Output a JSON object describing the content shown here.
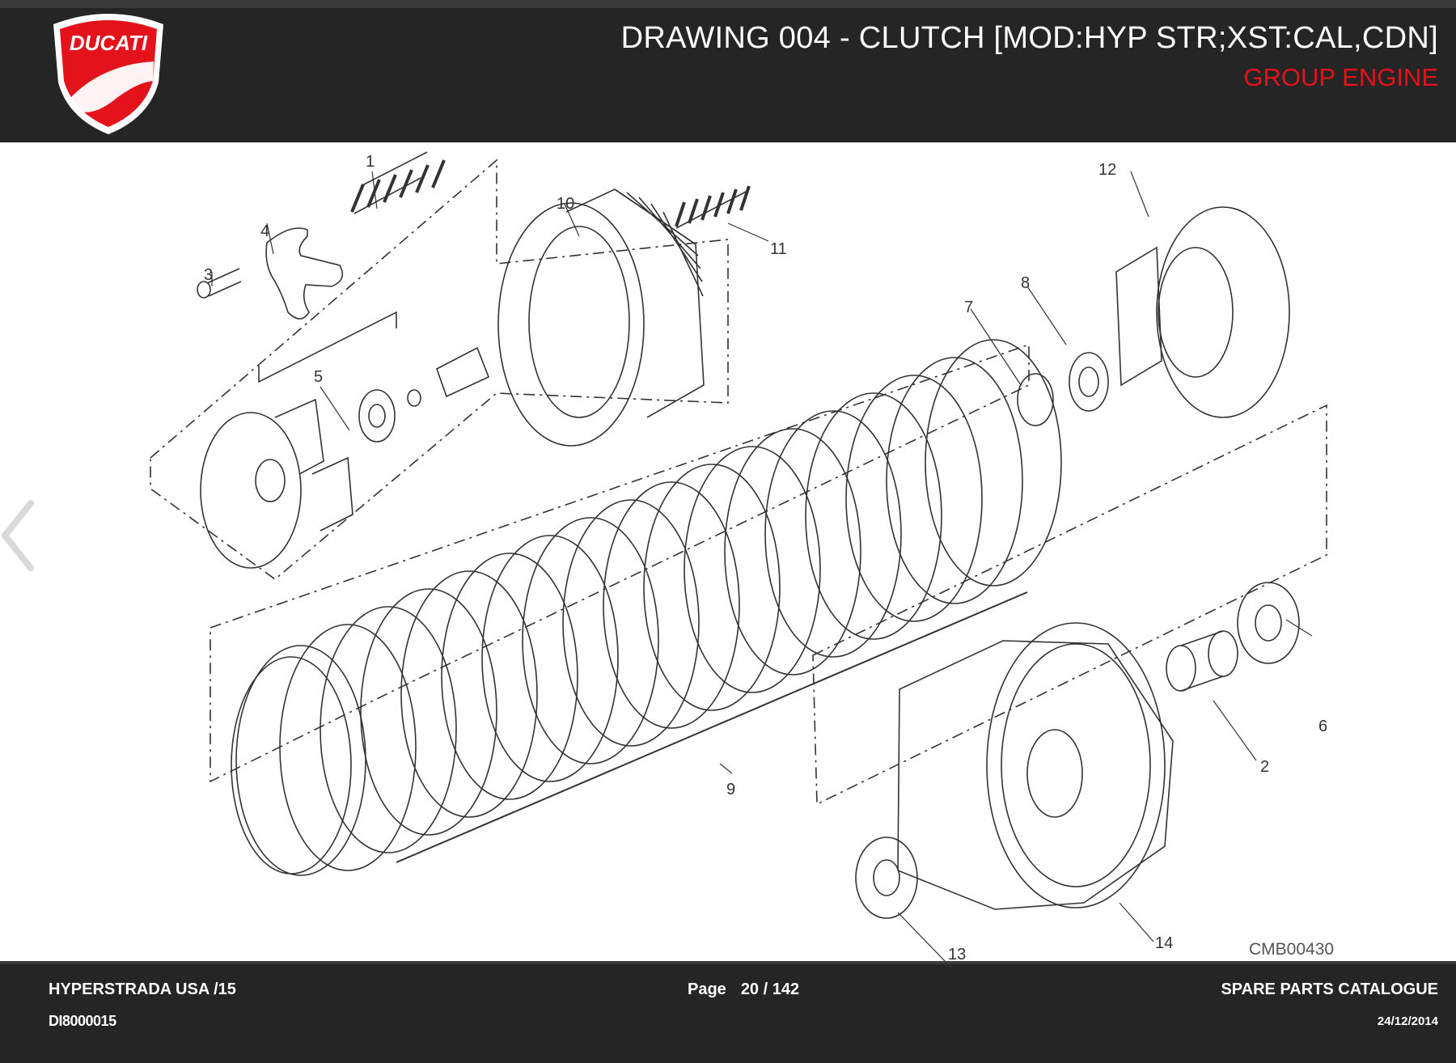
{
  "header": {
    "brand_logo": "DUCATI",
    "title": "DRAWING 004 - CLUTCH [MOD:HYP STR;XST:CAL,CDN]",
    "subtitle": "GROUP ENGINE"
  },
  "drawing": {
    "reference_code": "CMB00430",
    "callouts": [
      "1",
      "2",
      "3",
      "4",
      "5",
      "6",
      "7",
      "8",
      "9",
      "10",
      "11",
      "12",
      "13",
      "14"
    ]
  },
  "navigation": {
    "prev_icon": "chevron-left-icon"
  },
  "footer": {
    "model": "HYPERSTRADA USA /15",
    "document_code": "DI8000015",
    "page_label": "Page",
    "page_value": "20 / 142",
    "catalogue": "SPARE PARTS CATALOGUE",
    "date": "24/12/2014"
  },
  "colors": {
    "header_bg": "#252525",
    "accent_red": "#e3121b",
    "footer_bg": "#252525",
    "line": "#333333"
  }
}
